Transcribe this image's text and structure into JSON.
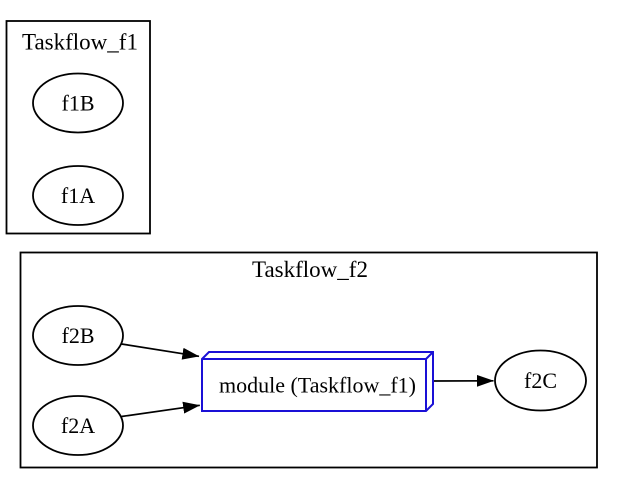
{
  "diagram": {
    "type": "graphviz-digraph",
    "background": "#ffffff",
    "colors": {
      "node_stroke": "#000000",
      "edge": "#000000",
      "text": "#000000",
      "module_stroke": "#1a10d6"
    },
    "clusters": [
      {
        "label": "Taskflow_f1",
        "nodes": [
          {
            "id": "f1B",
            "label": "f1B",
            "shape": "ellipse"
          },
          {
            "id": "f1A",
            "label": "f1A",
            "shape": "ellipse"
          }
        ],
        "edges": []
      },
      {
        "label": "Taskflow_f2",
        "nodes": [
          {
            "id": "f2B",
            "label": "f2B",
            "shape": "ellipse"
          },
          {
            "id": "f2A",
            "label": "f2A",
            "shape": "ellipse"
          },
          {
            "id": "module",
            "label": "module (Taskflow_f1)",
            "shape": "box3d"
          },
          {
            "id": "f2C",
            "label": "f2C",
            "shape": "ellipse"
          }
        ],
        "edges": [
          {
            "from": "f2B",
            "to": "module"
          },
          {
            "from": "f2A",
            "to": "module"
          },
          {
            "from": "module",
            "to": "f2C"
          }
        ]
      }
    ]
  }
}
